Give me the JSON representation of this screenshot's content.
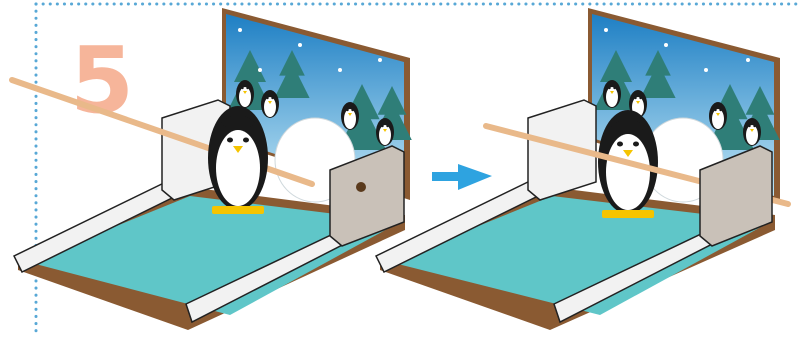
{
  "instruction": {
    "step_number": "5",
    "arrow": "arrow-right-icon"
  },
  "colors": {
    "step_number": "#f6b59a",
    "dotted_border": "#58a8d6",
    "arrow": "#2ea3e0",
    "sky_top": "#1e7fc4",
    "sky_bottom": "#bfe5f5",
    "floor": "#5fc6c8",
    "box_wood": "#8a5a32",
    "side_rail": "#f2f2f2",
    "dowel": "#e9b98a",
    "penguin_body": "#1a1a1a",
    "penguin_belly": "#ffffff",
    "penguin_beak": "#f5c400"
  },
  "panels": [
    {
      "name": "before",
      "penguin_position": "front"
    },
    {
      "name": "after",
      "penguin_position": "back"
    }
  ]
}
